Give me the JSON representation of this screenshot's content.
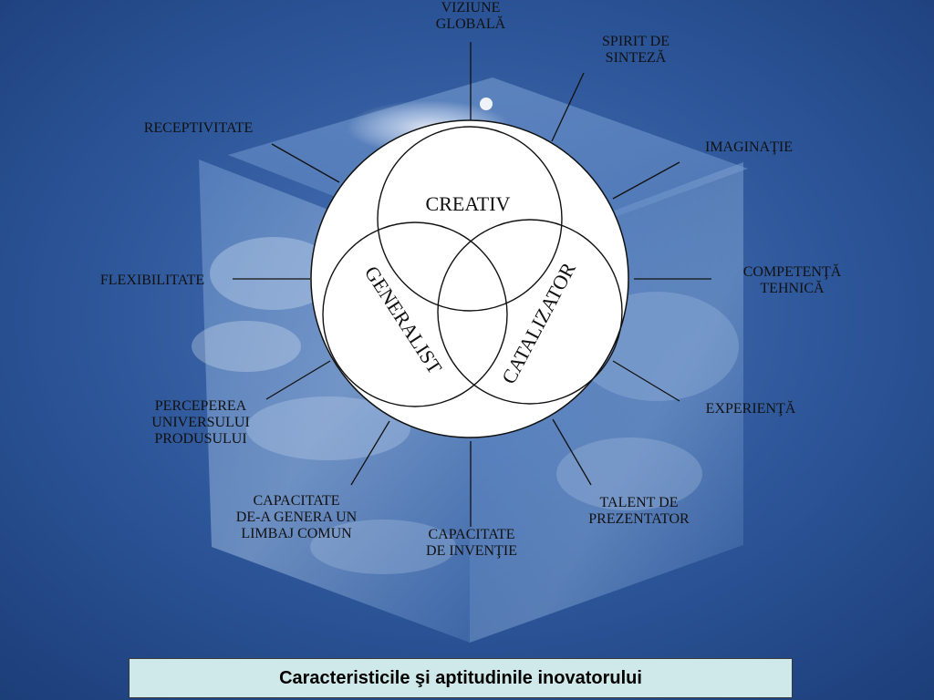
{
  "center": {
    "top": "CREATIV",
    "left": "GENERALIST",
    "right": "CATALIZATOR"
  },
  "labels": {
    "viziune": [
      "VIZIUNE",
      "GLOBALĂ"
    ],
    "spirit": [
      "SPIRIT  DE",
      "SINTEZĂ"
    ],
    "imaginatie": [
      "IMAGINAŢIE"
    ],
    "competenta": [
      "COMPETENŢĂ",
      "TEHNICĂ"
    ],
    "experienta": [
      "EXPERIENŢĂ"
    ],
    "talent": [
      "TALENT  DE",
      "PREZENTATOR"
    ],
    "inventie": [
      "CAPACITATE",
      "DE  INVENŢIE"
    ],
    "limbaj": [
      "CAPACITATE",
      "DE-A  GENERA  UN",
      "LIMBAJ  COMUN"
    ],
    "perceperea": [
      "PERCEPEREA",
      "UNIVERSULUI",
      "PRODUSULUI"
    ],
    "flexibilitate": [
      "FLEXIBILITATE"
    ],
    "receptivitate": [
      "RECEPTIVITATE"
    ]
  },
  "caption": "Caracteristicile şi aptitudinile inovatorului",
  "colors": {
    "background": "#2a4f8f",
    "caption_fill": "#cfe9ea"
  }
}
